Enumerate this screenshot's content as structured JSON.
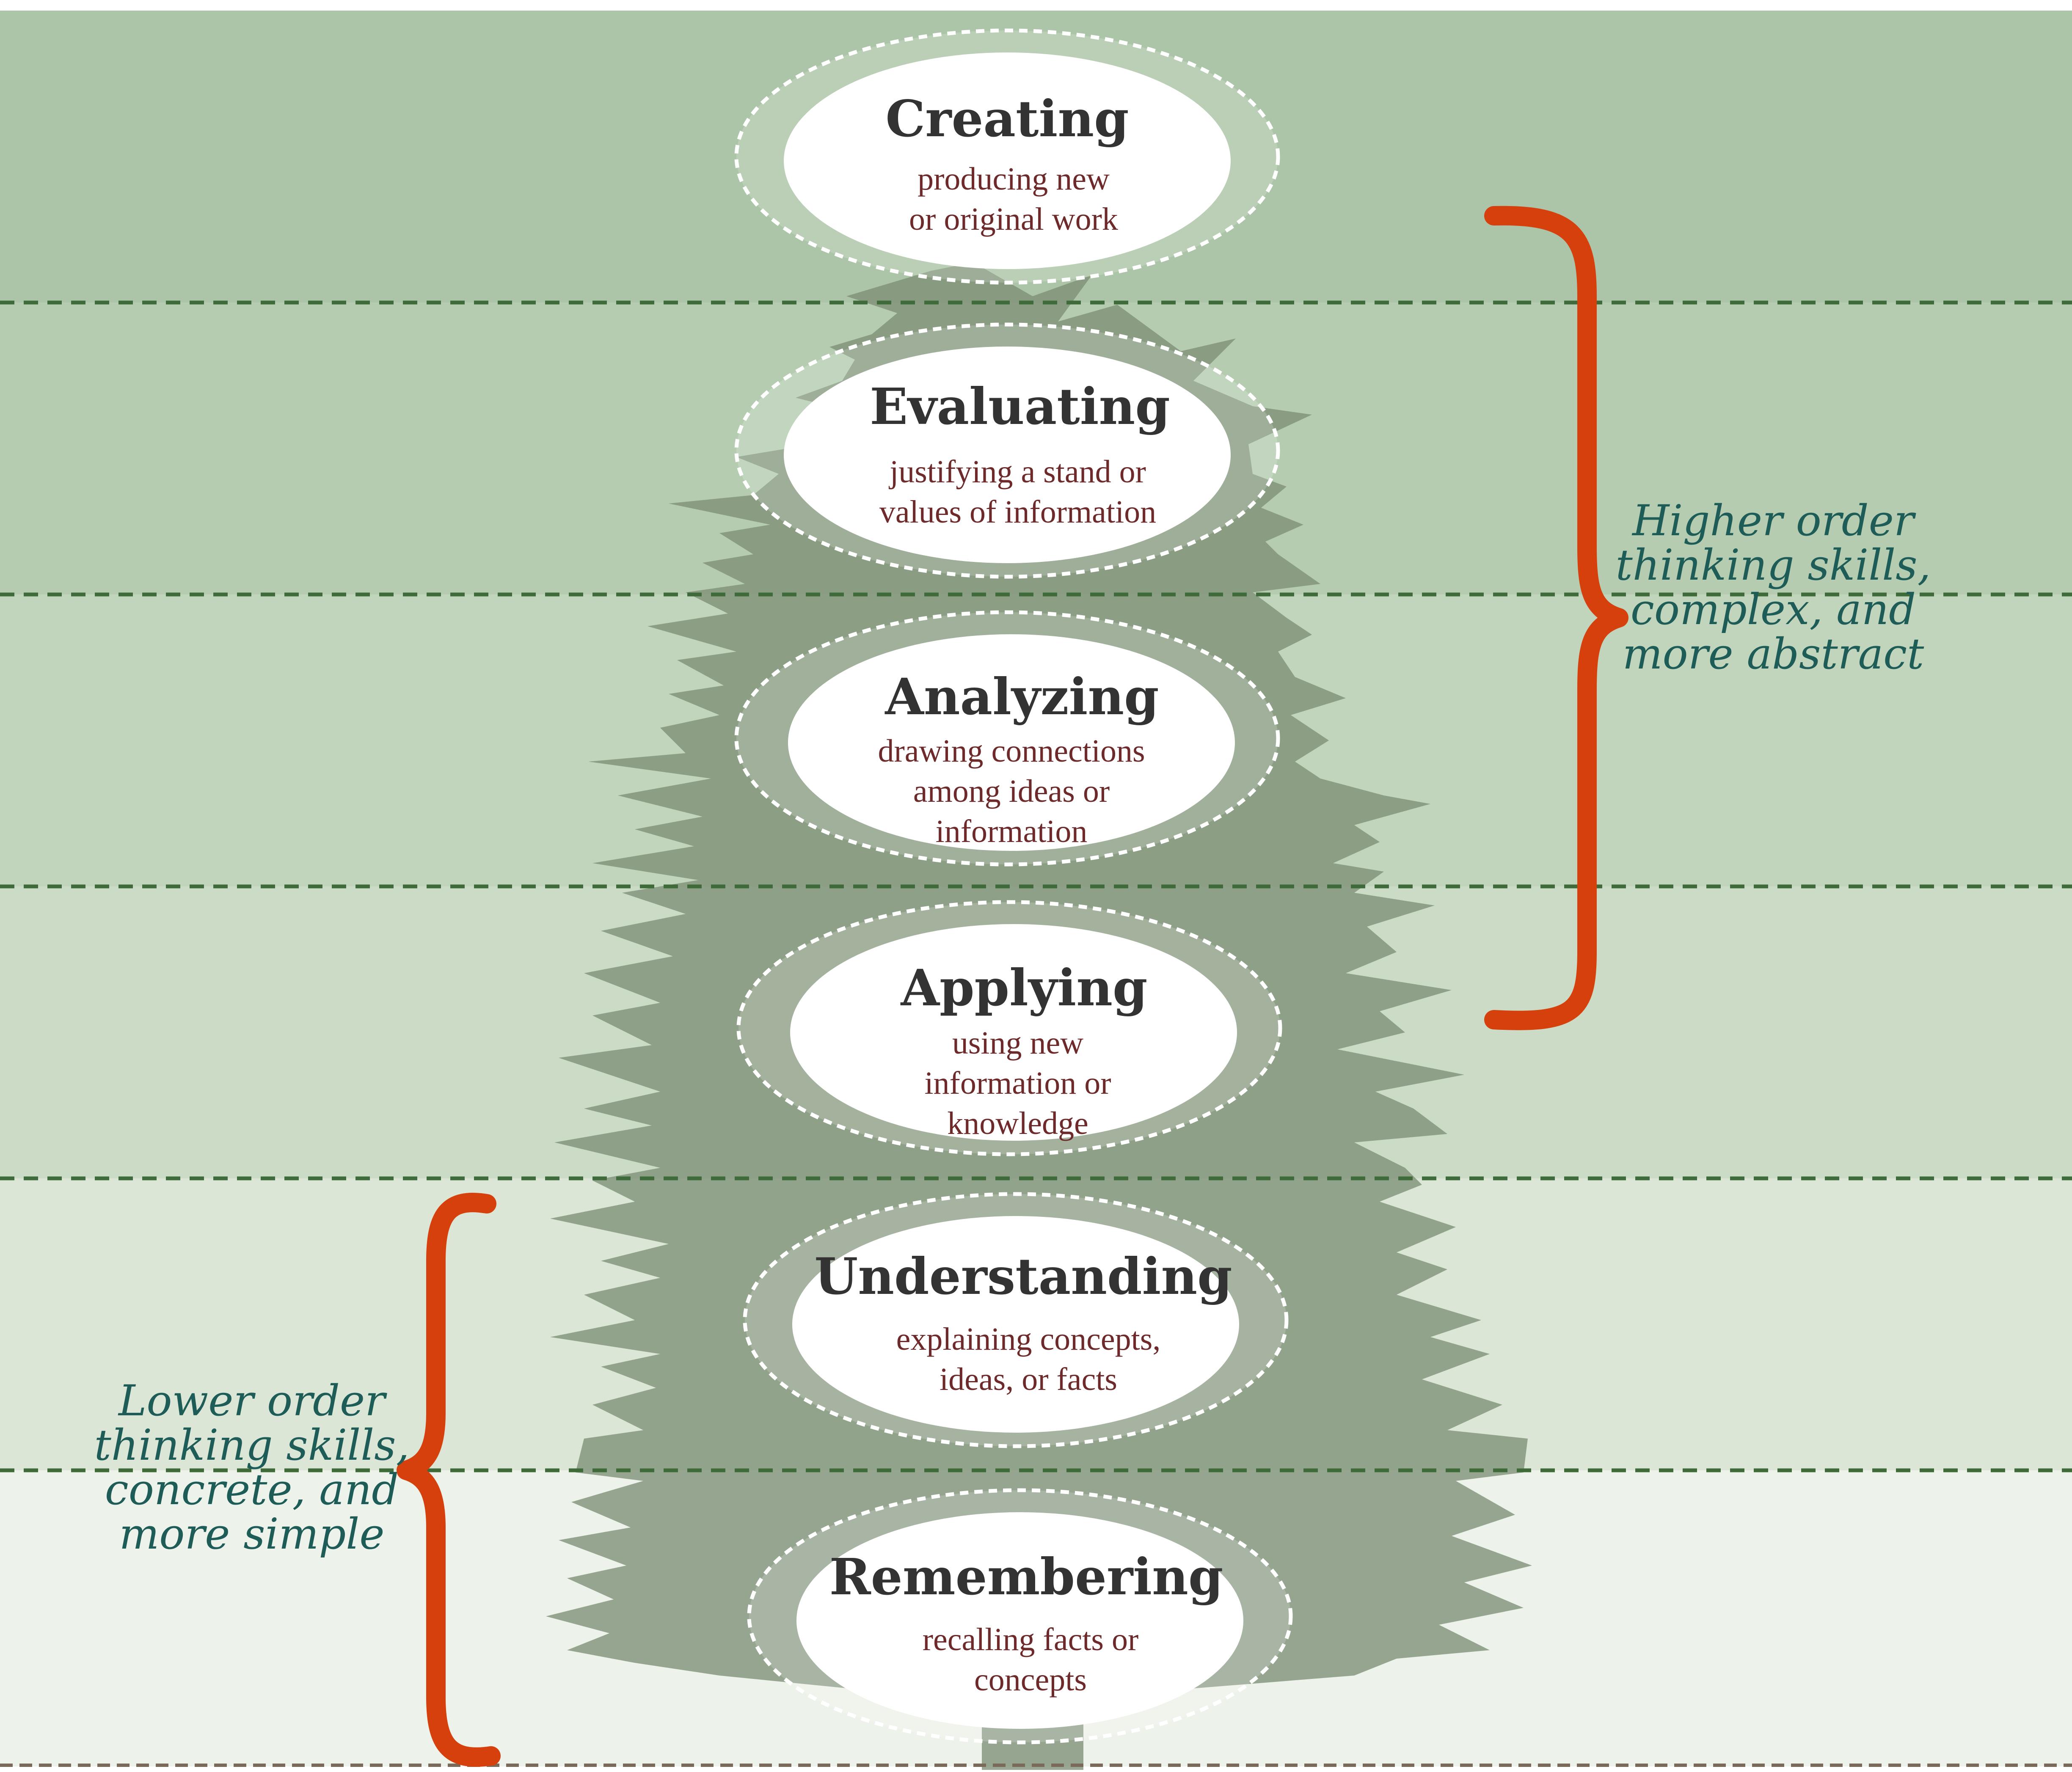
{
  "colors": {
    "band_fills": [
      "#acc5a8",
      "#b5ccb0",
      "#c1d4bc",
      "#cbdbc6",
      "#dbe6d6",
      "#edf2ea"
    ],
    "divider": "#3e6b39",
    "tree": "#7d8f76",
    "ellipse": "#ffffff",
    "level_name": "#333333",
    "level_desc": "#6e2a2a",
    "bracket": "#d6400c",
    "caption": "#1e5c57",
    "ground": "#7a6a5a"
  },
  "levels": [
    {
      "name": "Creating",
      "desc": [
        "producing new",
        "or original work"
      ]
    },
    {
      "name": "Evaluating",
      "desc": [
        "justifying a stand or",
        "values of information"
      ]
    },
    {
      "name": "Analyzing",
      "desc": [
        "drawing connections",
        "among ideas or",
        "information"
      ]
    },
    {
      "name": "Applying",
      "desc": [
        "using new",
        "information or",
        "knowledge"
      ]
    },
    {
      "name": "Understanding",
      "desc": [
        "explaining concepts,",
        "ideas, or facts"
      ]
    },
    {
      "name": "Remembering",
      "desc": [
        "recalling facts or",
        "concepts"
      ]
    }
  ],
  "higher_order": {
    "lines": [
      "Higher order",
      "thinking skills,",
      "complex, and",
      "more abstract"
    ]
  },
  "lower_order": {
    "lines": [
      "Lower order",
      "thinking skills,",
      "concrete, and",
      "more simple"
    ]
  },
  "icons": {
    "tree": "pine-tree-icon",
    "higher_bracket": "right-curly-brace-icon",
    "lower_bracket": "left-curly-brace-icon"
  }
}
